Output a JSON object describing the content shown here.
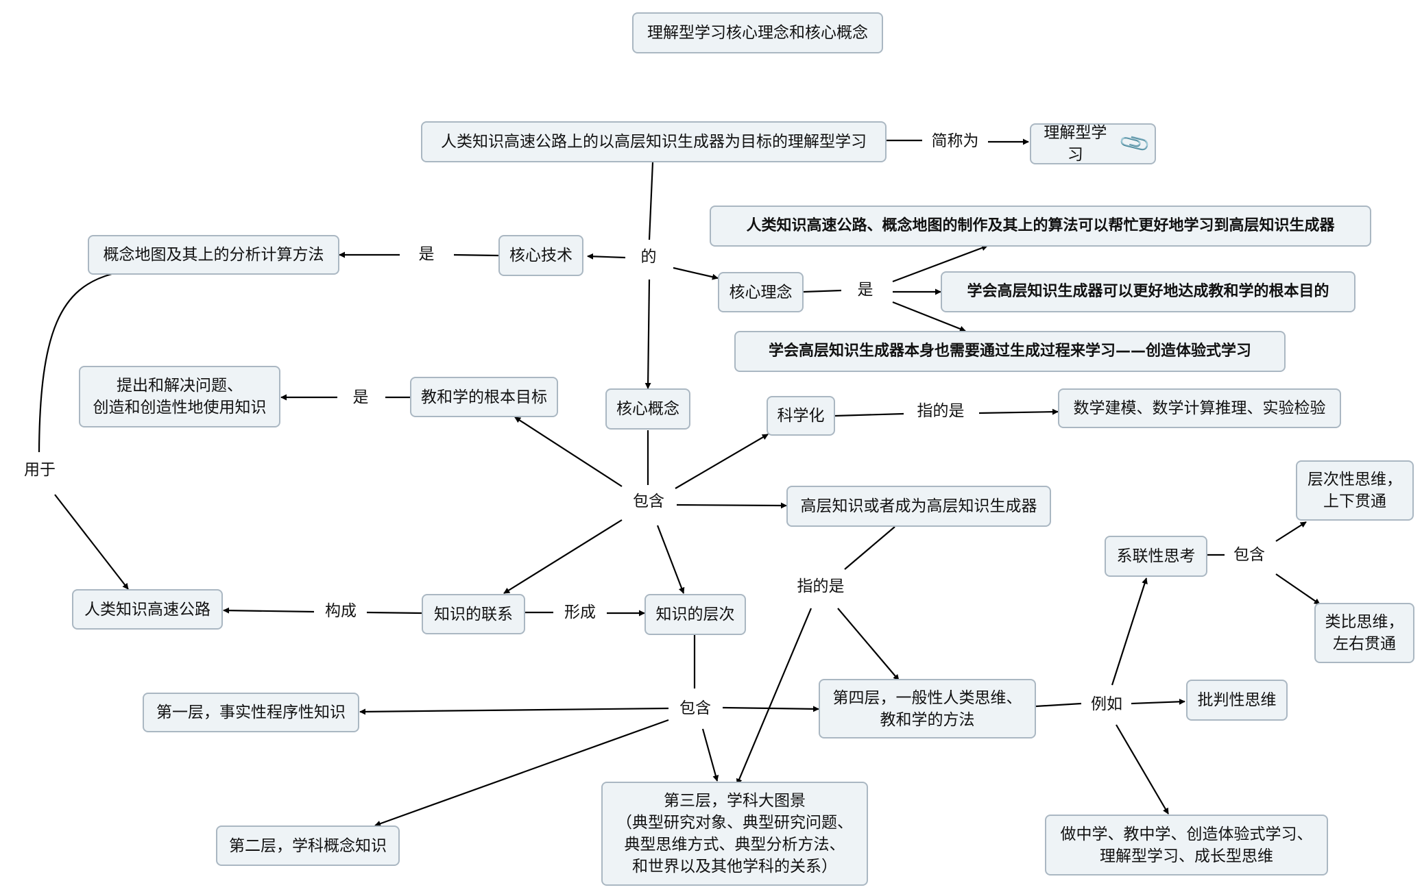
{
  "diagram": {
    "title": "理解型学习核心理念和核心概念",
    "nodes": {
      "main": "人类知识高速公路上的以高层知识生成器为目标的理解型学习",
      "short": "理解型学习",
      "tech_method": "概念地图及其上的分析计算方法",
      "core_tech": "核心技术",
      "core_idea": "核心理念",
      "idea1": "人类知识高速公路、概念地图的制作及其上的算法可以帮忙更好地学习到高层知识生成器",
      "idea2": "学会高层知识生成器可以更好地达成教和学的根本目的",
      "idea3": "学会高层知识生成器本身也需要通过生成过程来学习——创造体验式学习",
      "goal_def": "提出和解决问题、\n创造和创造性地使用知识",
      "goal": "教和学的根本目标",
      "core_concept": "核心概念",
      "scientific": "科学化",
      "sci_def": "数学建模、数学计算推理、实验检验",
      "high_gen": "高层知识或者成为高层知识生成器",
      "highway": "人类知识高速公路",
      "links": "知识的联系",
      "levels": "知识的层次",
      "systemic": "系联性思考",
      "hier": "层次性思维，\n上下贯通",
      "analog": "类比思维，\n左右贯通",
      "level1": "第一层，事实性程序性知识",
      "level4": "第四层，一般性人类思维、\n教和学的方法",
      "critical": "批判性思维",
      "level3": "第三层，学科大图景\n（典型研究对象、典型研究问题、\n典型思维方式、典型分析方法、\n和世界以及其他学科的关系）",
      "level2": "第二层，学科概念知识",
      "examples": "做中学、教中学、创造体验式学习、\n理解型学习、成长型思维"
    },
    "labels": {
      "abbrev": "简称为",
      "of": "的",
      "is_tech": "是",
      "is_idea": "是",
      "is_goal": "是",
      "used_for": "用于",
      "refers_sci": "指的是",
      "contains_main": "包含",
      "refers_high": "指的是",
      "contains_sys": "包含",
      "constitutes": "构成",
      "forms": "形成",
      "contains_levels": "包含",
      "for_example": "例如"
    },
    "icons": {
      "attachment": "paperclip-icon"
    },
    "colors": {
      "node_fill": "#eef3f6",
      "node_border": "#aab7c2",
      "line": "#000000"
    }
  }
}
